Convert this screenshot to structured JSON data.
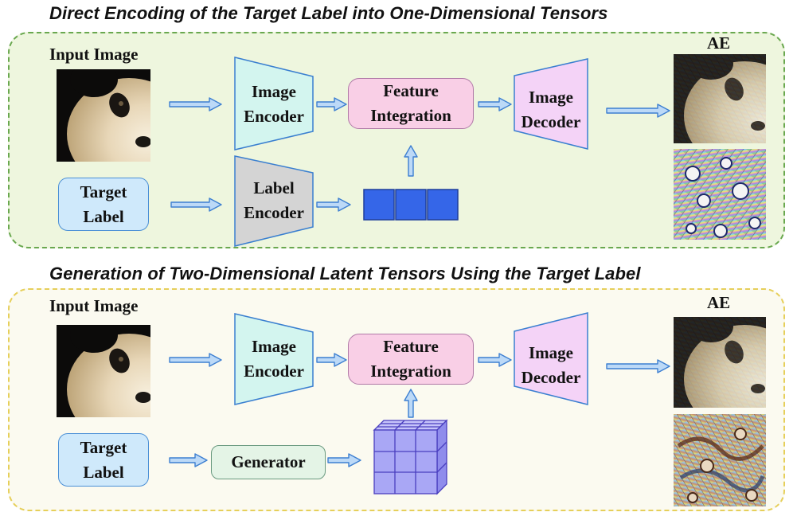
{
  "top_section": {
    "title": "Direct Encoding of the Target Label into One-Dimensional Tensors",
    "input_image_label": "Input Image",
    "target_label": [
      "Target",
      "Label"
    ],
    "image_encoder": [
      "Image",
      "Encoder"
    ],
    "label_encoder": [
      "Label",
      "Encoder"
    ],
    "feature_integration": [
      "Feature",
      "Integration"
    ],
    "image_decoder": [
      "Image",
      "Decoder"
    ],
    "ae_label": "AE"
  },
  "bottom_section": {
    "title": "Generation of Two-Dimensional Latent Tensors Using the Target Label",
    "input_image_label": "Input Image",
    "target_label": [
      "Target",
      "Label"
    ],
    "image_encoder": [
      "Image",
      "Encoder"
    ],
    "generator": "Generator",
    "feature_integration": [
      "Feature",
      "Integration"
    ],
    "image_decoder": [
      "Image",
      "Decoder"
    ],
    "ae_label": "AE"
  },
  "colors": {
    "arrow_fill": "#bcd9f7",
    "arrow_stroke": "#3d7fd1",
    "image_encoder_fill": "#d3f5ef",
    "label_encoder_fill": "#d4d4d4",
    "image_decoder_fill": "#f4d3f7",
    "tensor_1d_fill": "#3566e8",
    "tensor_2d_fill": "#a9a7f5"
  }
}
